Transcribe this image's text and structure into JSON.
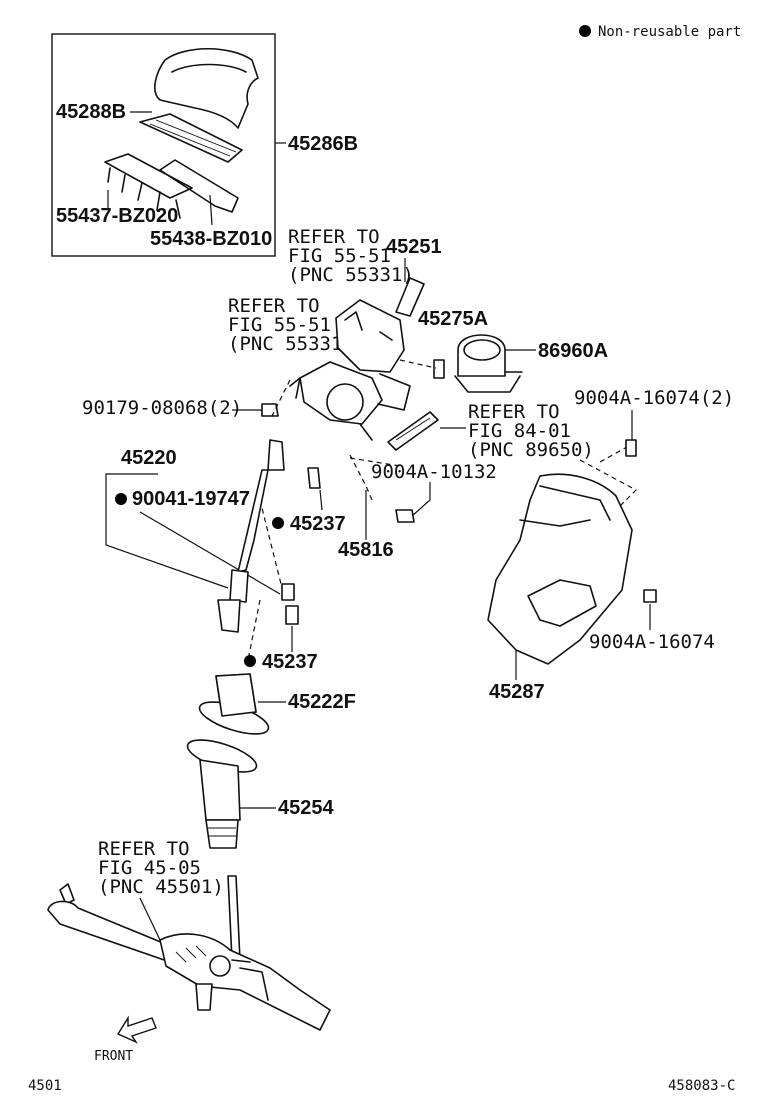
{
  "legend": {
    "marker_color": "#000000",
    "text": "Non-reusable part"
  },
  "inset": {
    "labels": {
      "p45288B": "45288B",
      "p45286B": "45286B",
      "p55437": "55437-BZ020",
      "p55438": "55438-BZ010"
    }
  },
  "labels": {
    "refer1": [
      "REFER TO",
      "FIG 55-51",
      "(PNC 55331)"
    ],
    "p45251": "45251",
    "refer2": [
      "REFER TO",
      "FIG 55-51",
      "(PNC 55331)"
    ],
    "p45275A": "45275A",
    "p86960A": "86960A",
    "p90179": "90179-08068(2)",
    "refer3": [
      "REFER TO",
      "FIG 84-01",
      "(PNC 89650)"
    ],
    "p9004A_16074_2": "9004A-16074(2)",
    "p45220": "45220",
    "p90041": "90041-19747",
    "p9004A_10132": "9004A-10132",
    "p45237a": "45237",
    "p45816": "45816",
    "p45237b": "45237",
    "p9004A_16074": "9004A-16074",
    "p45222F": "45222F",
    "p45287": "45287",
    "p45254": "45254",
    "refer4": [
      "REFER TO",
      "FIG 45-05",
      "(PNC 45501)"
    ]
  },
  "footer": {
    "front": "FRONT",
    "left_code": "4501",
    "right_code": "458083-C"
  }
}
